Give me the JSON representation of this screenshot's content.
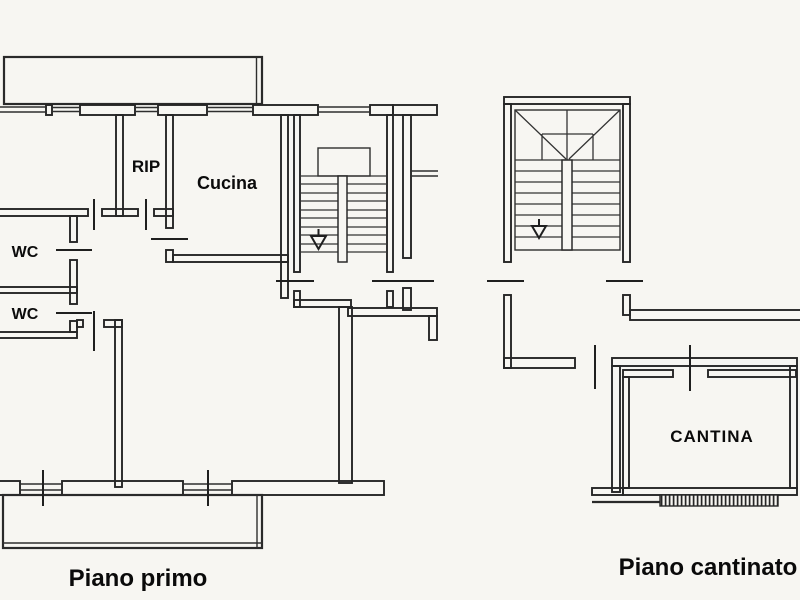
{
  "drawing": {
    "plans": [
      {
        "title": "Piano primo",
        "rooms": {
          "rip": "RIP",
          "cucina": "Cucina",
          "wc1": "WC",
          "wc2": "WC"
        }
      },
      {
        "title": "Piano cantinato",
        "rooms": {
          "cantina": "CANTINA"
        }
      }
    ],
    "colors": {
      "paper": "#f7f6f2",
      "ink": "#262626",
      "label_ink": "#0b0b0b"
    }
  }
}
